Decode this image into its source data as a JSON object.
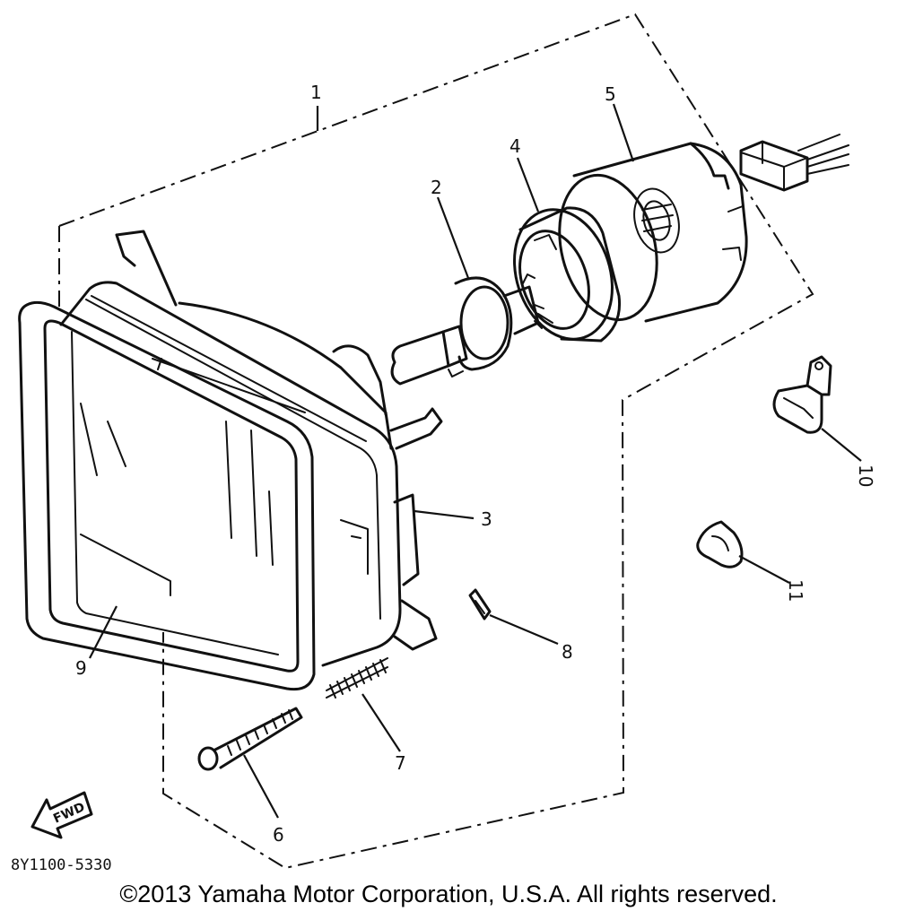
{
  "callouts": {
    "c1": "1",
    "c2": "2",
    "c3": "3",
    "c4": "4",
    "c5": "5",
    "c6": "6",
    "c7": "7",
    "c8": "8",
    "c9": "9",
    "c10": "10",
    "c11": "11"
  },
  "fwd_label": "FWD",
  "diagram_code": "8Y1100-5330",
  "copyright": "©2013 Yamaha Motor Corporation, U.S.A. All rights reserved."
}
